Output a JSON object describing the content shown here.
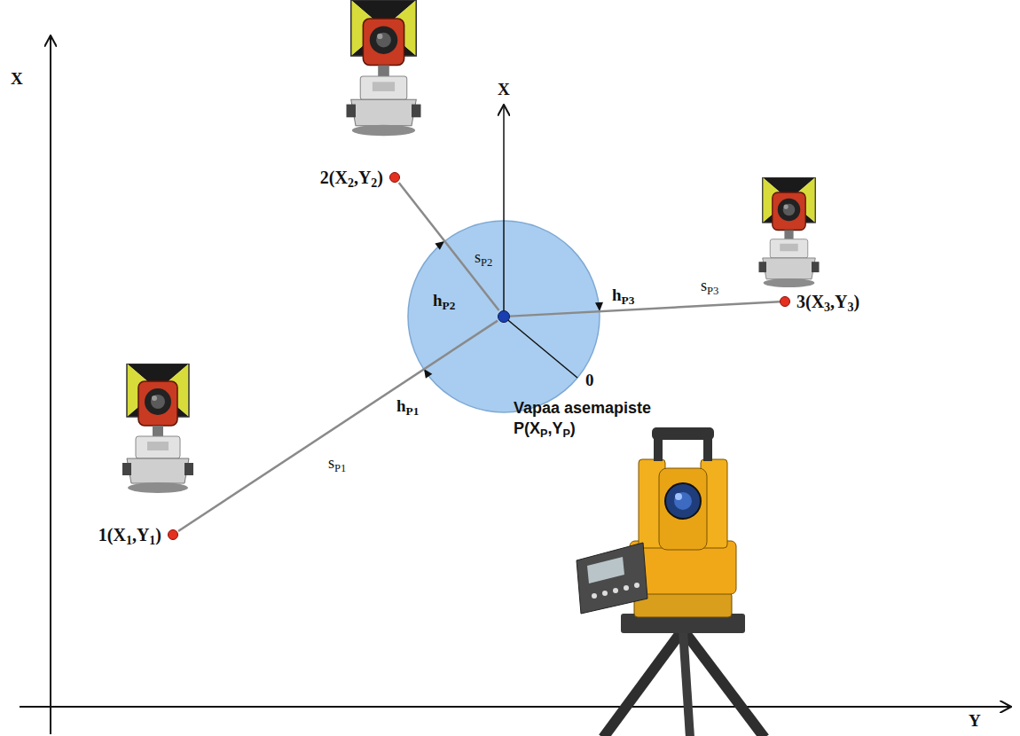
{
  "diagram": {
    "nodes": [
      {
        "text": [
          "1(X1,Y1)"
        ]
      },
      {
        "text": [
          "2(X2,Y2)"
        ]
      },
      {
        "text": [
          "3(X3,Y3)"
        ]
      },
      {
        "text": [
          "Vapaa asemapiste P(XP,YP)"
        ]
      }
    ],
    "edges": [
      {
        "from": 3,
        "to": 0,
        "arrow": "none",
        "label": "sP1"
      },
      {
        "from": 3,
        "to": 1,
        "arrow": "none",
        "label": "sP2"
      },
      {
        "from": 3,
        "to": 2,
        "arrow": "none",
        "label": "sP3"
      }
    ],
    "labels": [
      "X",
      "X",
      "hP2",
      "hP3",
      "hP1",
      "0",
      "Y"
    ]
  }
}
